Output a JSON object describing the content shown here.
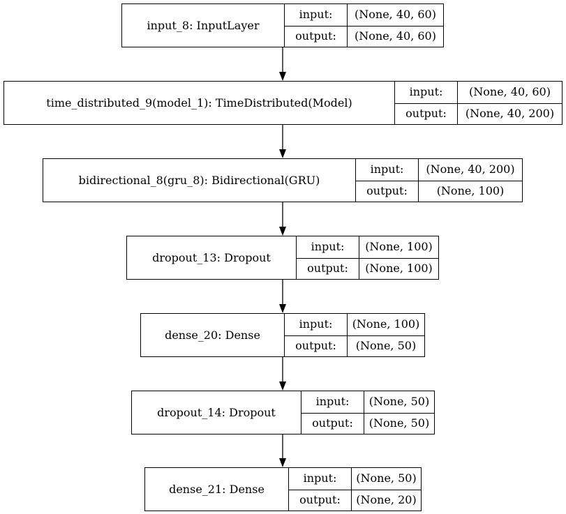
{
  "diagram": {
    "input_label": "input:",
    "output_label": "output:",
    "layers": [
      {
        "name": "input_8: InputLayer",
        "input": "(None, 40, 60)",
        "output": "(None, 40, 60)"
      },
      {
        "name": "time_distributed_9(model_1): TimeDistributed(Model)",
        "input": "(None, 40, 60)",
        "output": "(None, 40, 200)"
      },
      {
        "name": "bidirectional_8(gru_8): Bidirectional(GRU)",
        "input": "(None, 40, 200)",
        "output": "(None, 100)"
      },
      {
        "name": "dropout_13: Dropout",
        "input": "(None, 100)",
        "output": "(None, 100)"
      },
      {
        "name": "dense_20: Dense",
        "input": "(None, 100)",
        "output": "(None, 50)"
      },
      {
        "name": "dropout_14: Dropout",
        "input": "(None, 50)",
        "output": "(None, 50)"
      },
      {
        "name": "dense_21: Dense",
        "input": "(None, 50)",
        "output": "(None, 20)"
      }
    ]
  }
}
